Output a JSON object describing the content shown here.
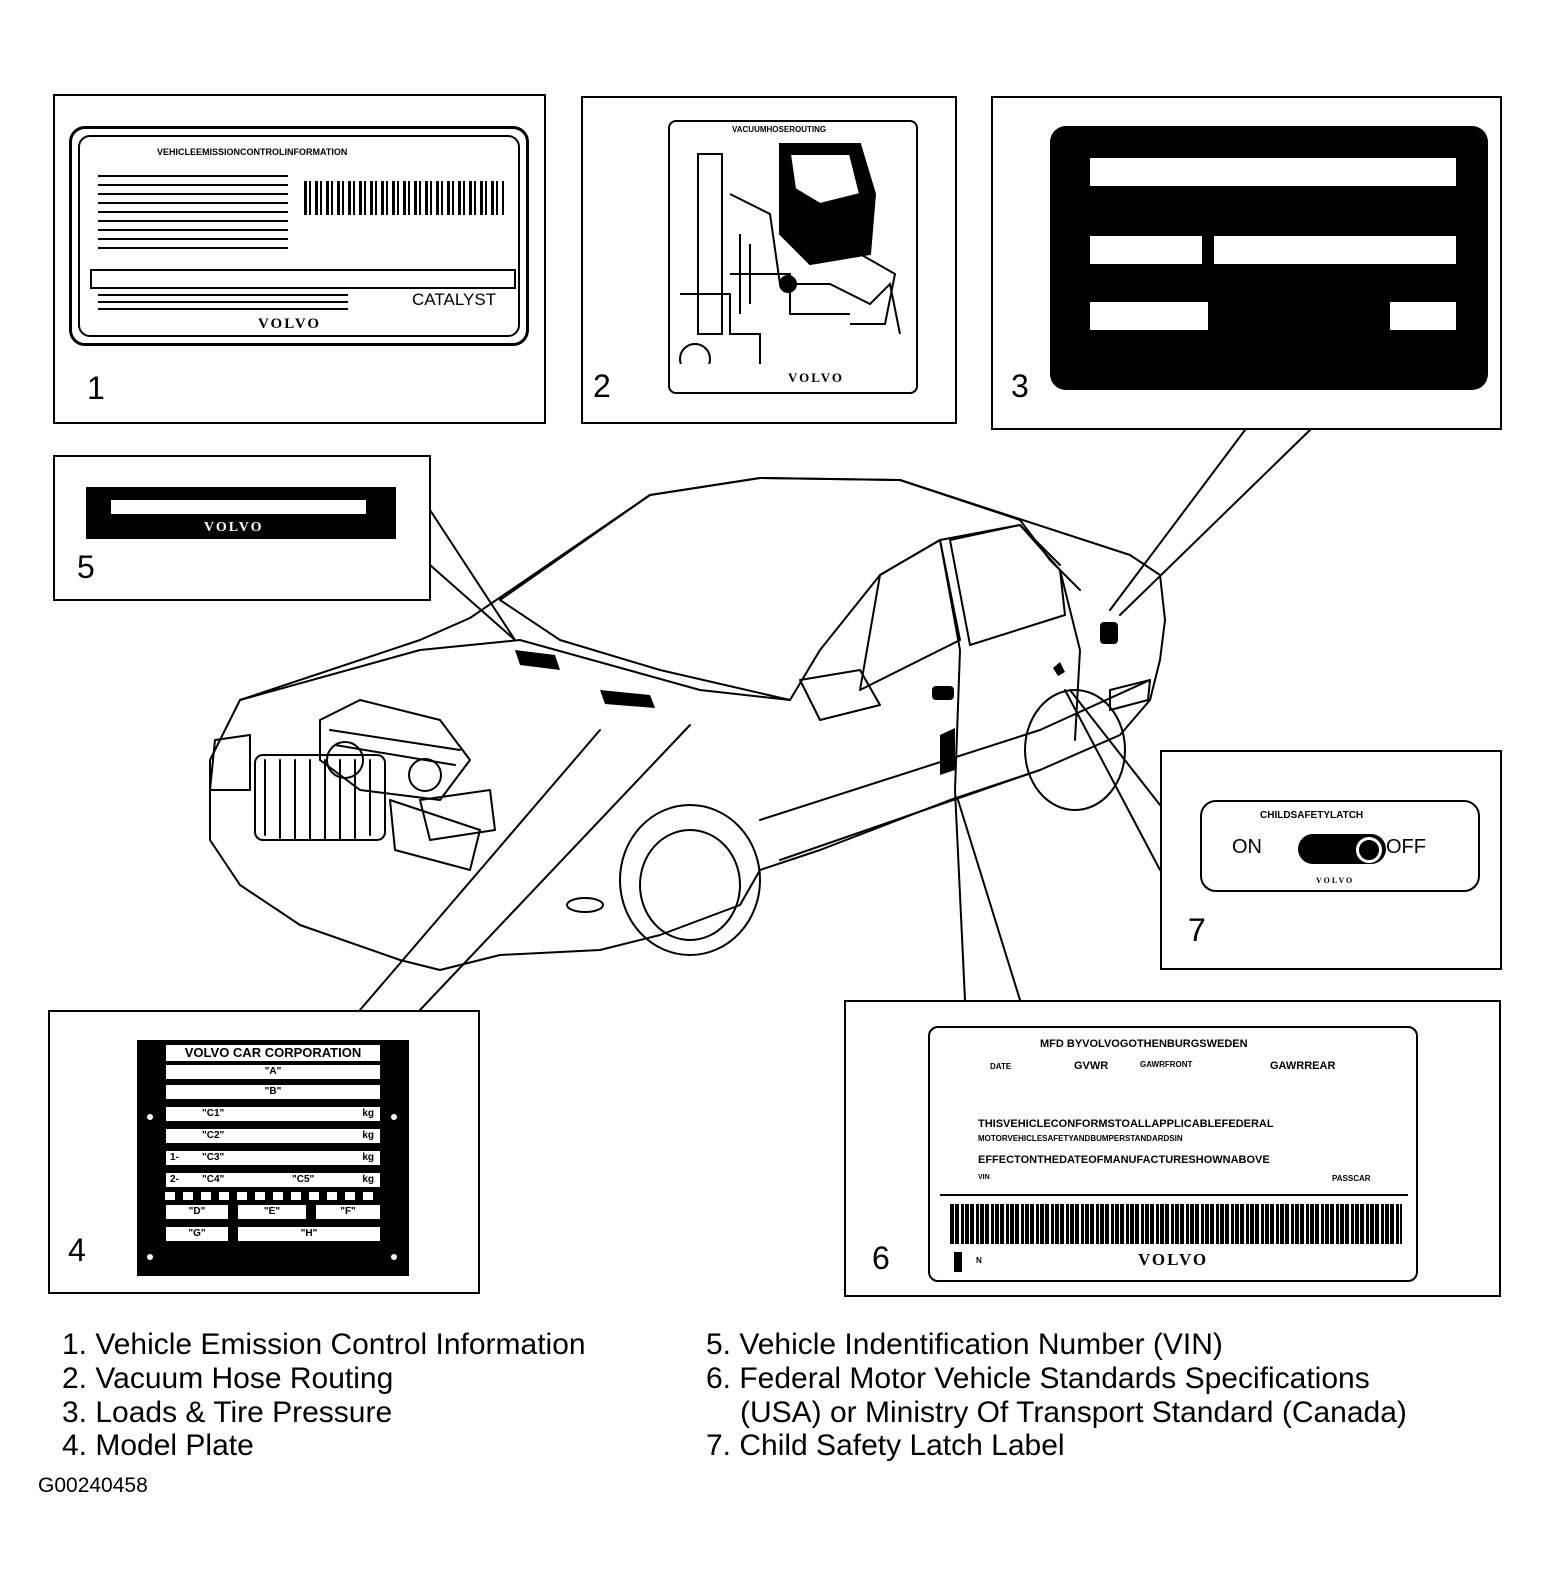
{
  "panels": {
    "p1": {
      "number": "1",
      "title": "VEHICLEEMISSIONCONTROLINFORMATION",
      "catalyst": "CATALYST",
      "brand": "VOLVO"
    },
    "p2": {
      "number": "2",
      "title": "VACUUMHOSEROUTING",
      "brand": "VOLVO"
    },
    "p3": {
      "number": "3"
    },
    "p4": {
      "number": "4",
      "header": "VOLVO CAR CORPORATION",
      "row_a": "\"A\"",
      "row_b": "\"B\"",
      "row_c1": "\"C1\"",
      "row_c2": "\"C2\"",
      "row_c3": "\"C3\"",
      "row_c4": "\"C4\"",
      "row_c5": "\"C5\"",
      "kg": "kg",
      "idx1": "1-",
      "idx2": "2-",
      "row_d": "\"D\"",
      "row_e": "\"E\"",
      "row_f": "\"F\"",
      "row_g": "\"G\"",
      "row_h": "\"H\""
    },
    "p5": {
      "number": "5",
      "brand": "VOLVO"
    },
    "p6": {
      "number": "6",
      "mfd": "MFD BYVOLVOGOTHENBURGSWEDEN",
      "date": "DATE",
      "gvwr": "GVWR",
      "gawr_front": "GAWRFRONT",
      "gawr_rear": "GAWRREAR",
      "conform1": "THISVEHICLECONFORMSTOALLAPPLICABLEFEDERAL",
      "conform2": "MOTORVEHICLESAFETYANDBUMPERSTANDARDSIN",
      "conform3": "EFFECTONTHEDATEOFMANUFACTURESHOWNABOVE",
      "vin": "VIN",
      "passcar": "PASSCAR",
      "n": "N",
      "brand": "VOLVO"
    },
    "p7": {
      "number": "7",
      "title": "CHILDSAFETYLATCH",
      "on": "ON",
      "off": "OFF",
      "brand": "VOLVO"
    }
  },
  "legend_left": [
    "1. Vehicle Emission Control Information",
    "2. Vacuum Hose Routing",
    "3. Loads & Tire Pressure",
    "4. Model Plate"
  ],
  "legend_right": [
    "5. Vehicle Indentification Number (VIN)",
    "6. Federal Motor Vehicle Standards Specifications",
    "(USA) or Ministry Of Transport Standard (Canada)",
    "7. Child Safety Latch Label"
  ],
  "figure_id": "G00240458"
}
